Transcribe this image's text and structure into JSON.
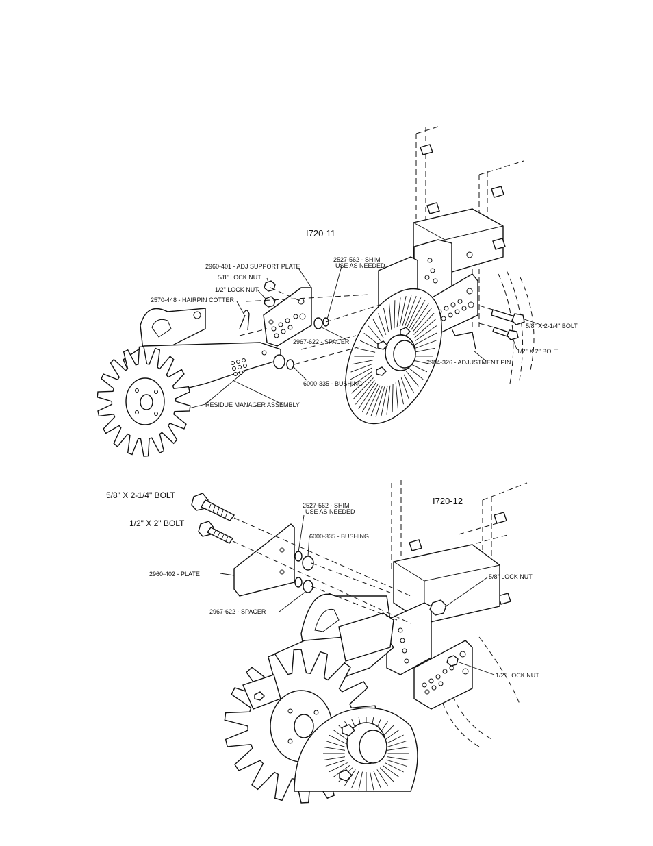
{
  "figure_top": {
    "id": "I720-11",
    "labels": {
      "adj_support_plate": "2960-401 - ADJ SUPPORT PLATE",
      "lock_nut_58": "5/8\" LOCK NUT",
      "lock_nut_12": "1/2\" LOCK NUT",
      "hairpin_cotter": "2570-448 - HAIRPIN COTTER",
      "shim_line1": "2527-562 - SHIM",
      "shim_line2": "USE AS NEEDED",
      "spacer": "2967-622 - SPACER",
      "bushing": "6000-335 - BUSHING",
      "residue_manager": "RESIDUE MANAGER ASSEMBLY",
      "bolt_58": "5/8\" X 2-1/4\" BOLT",
      "bolt_12": "1/2\" X 2\" BOLT",
      "adjustment_pin": "2984-326 - ADJUSTMENT PIN"
    }
  },
  "figure_bottom": {
    "id": "I720-12",
    "labels": {
      "bolt_58": "5/8\" X 2-1/4\" BOLT",
      "bolt_12": "1/2\" X 2\" BOLT",
      "shim_line1": "2527-562 - SHIM",
      "shim_line2": "USE AS NEEDED",
      "bushing": "6000-335 - BUSHING",
      "plate": "2960-402 - PLATE",
      "spacer": "2967-622 - SPACER",
      "lock_nut_58": "5/8\" LOCK NUT",
      "lock_nut_12": "1/2\" LOCK NUT"
    }
  }
}
